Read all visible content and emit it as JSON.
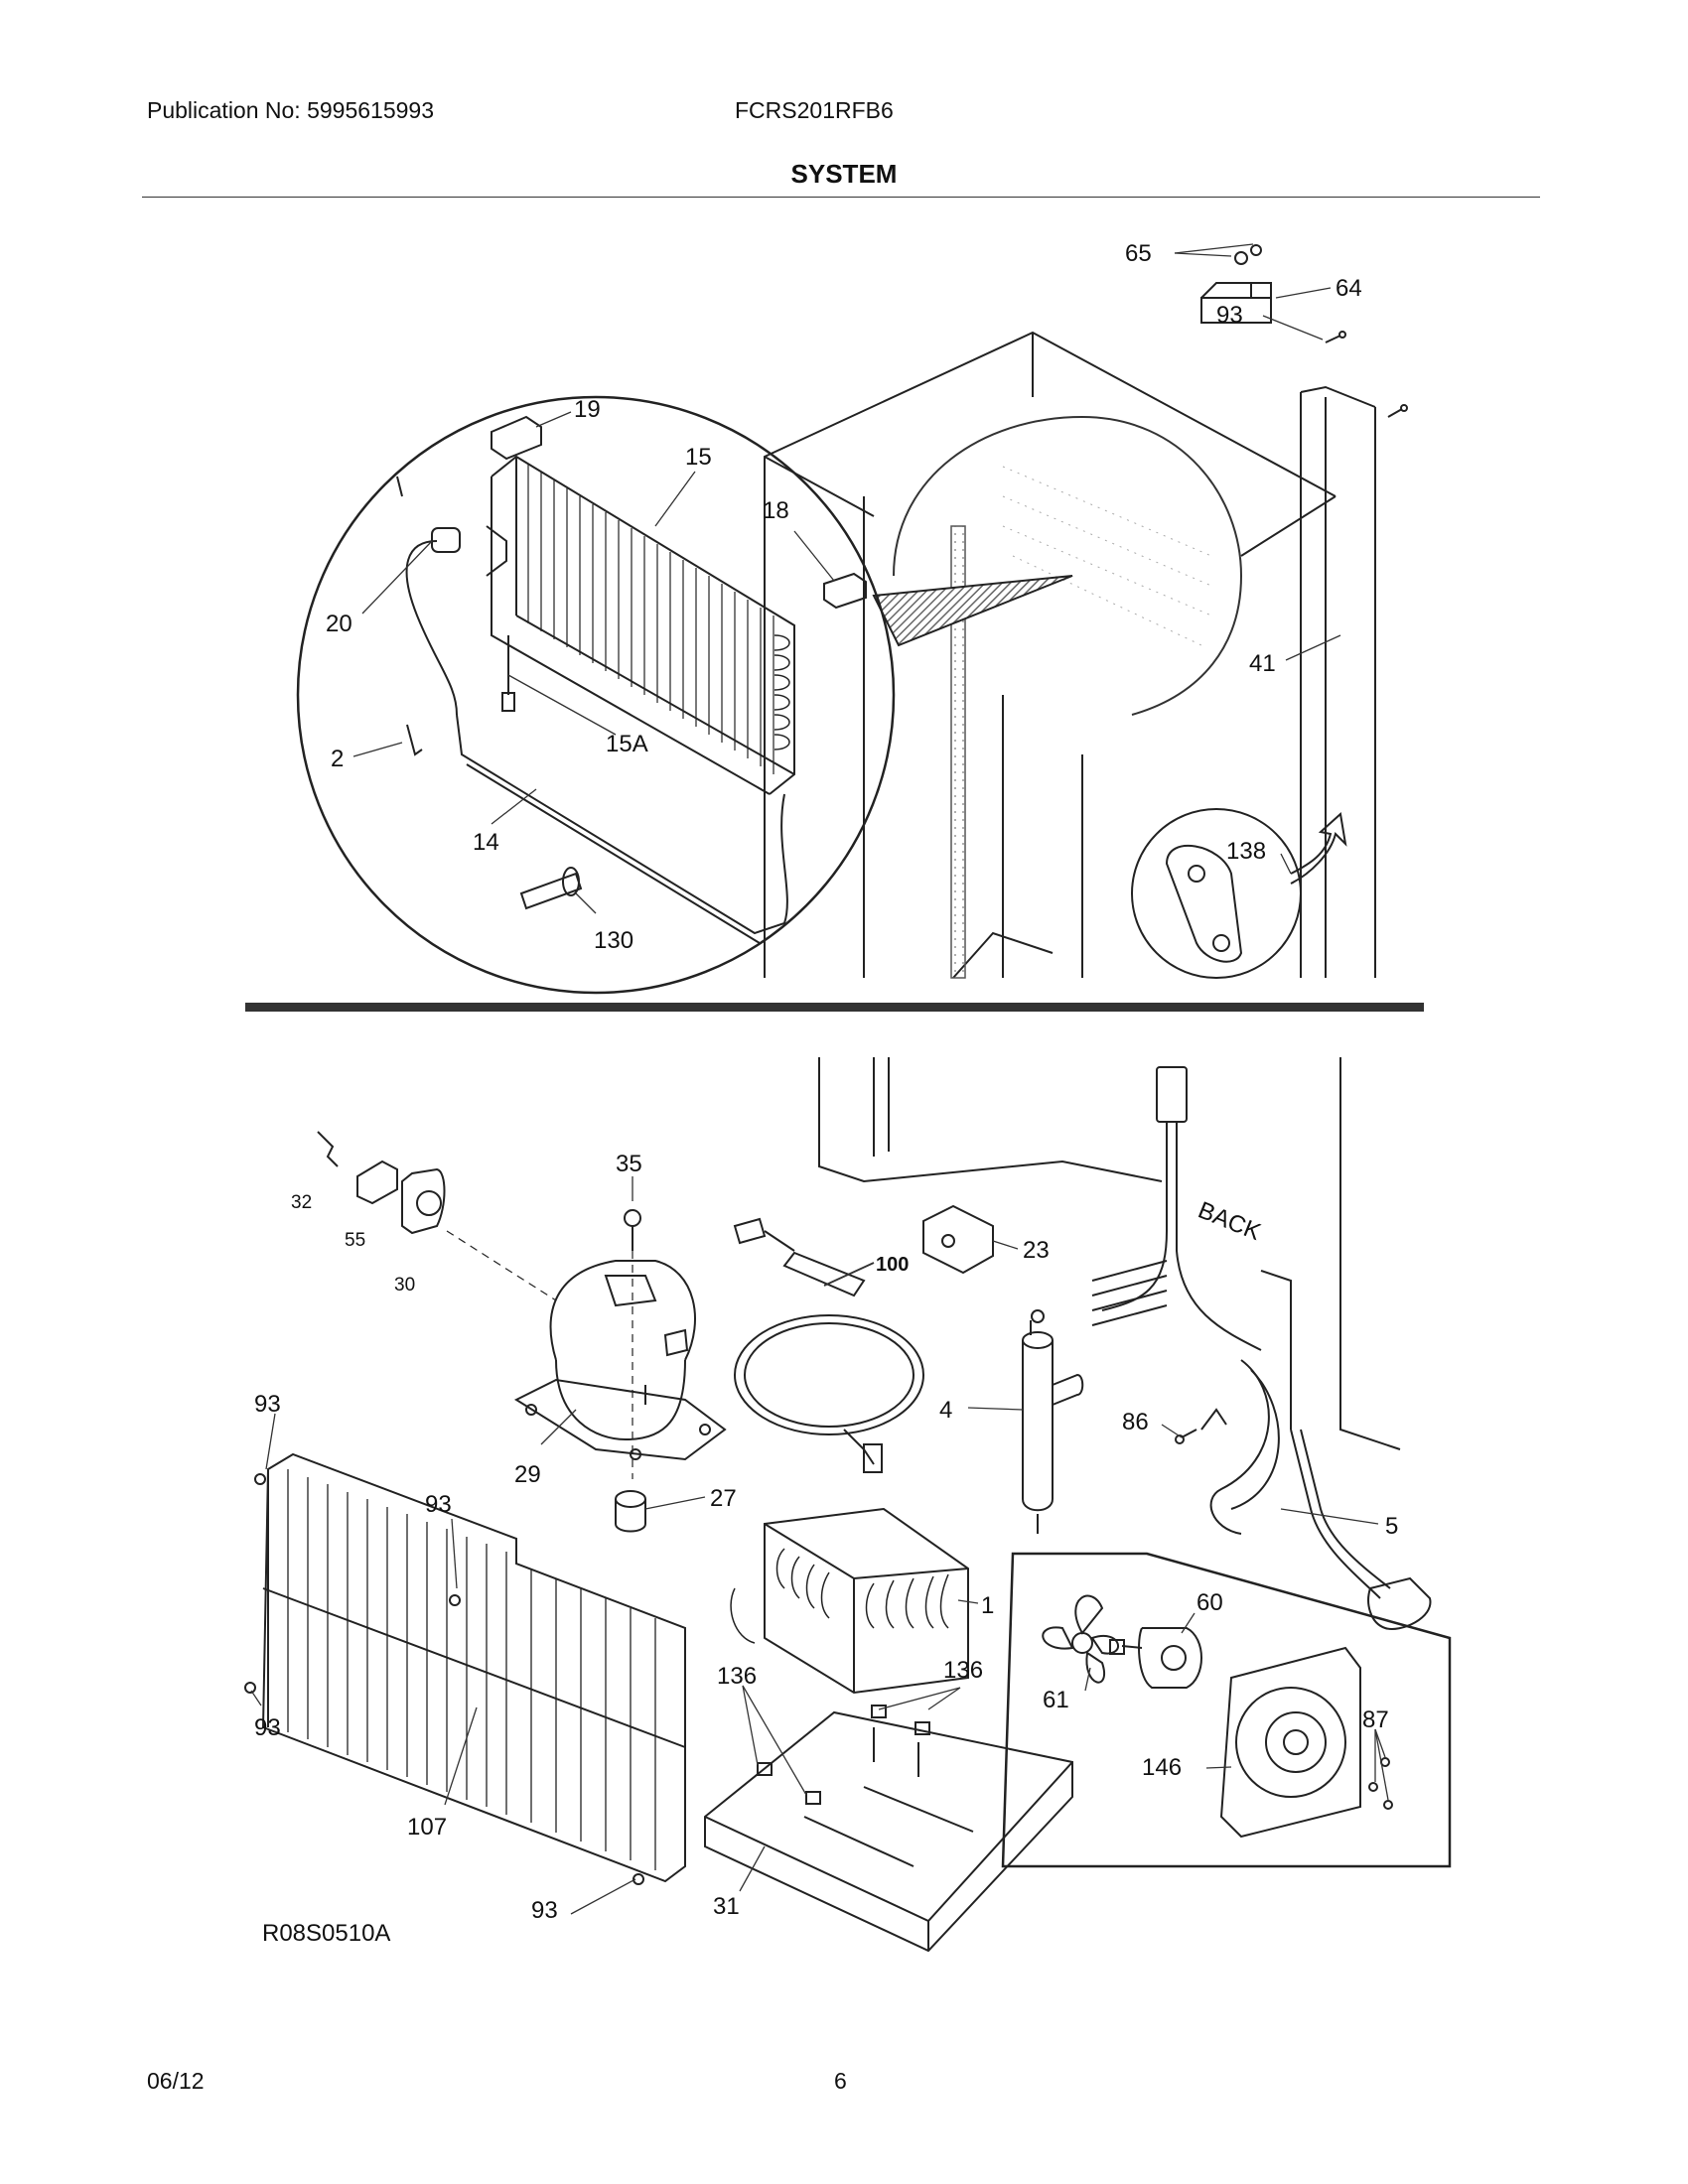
{
  "header": {
    "publication": "Publication No: 5995615993",
    "model": "FCRS201RFB6",
    "section_title": "SYSTEM"
  },
  "diagram_code": "R08S0510A",
  "back_text": "BACK",
  "callouts": {
    "c65": "65",
    "c64": "64",
    "c93a": "93",
    "c19": "19",
    "c15": "15",
    "c18": "18",
    "c20": "20",
    "c15a": "15A",
    "c41": "41",
    "c2": "2",
    "c14": "14",
    "c138": "138",
    "c130": "130",
    "c35": "35",
    "c32": "32",
    "c55": "55",
    "c30": "30",
    "c100": "100",
    "c23": "23",
    "c93b": "93",
    "c93c": "93",
    "c29": "29",
    "c27": "27",
    "c4": "4",
    "c86": "86",
    "c5": "5",
    "c1": "1",
    "c60": "60",
    "c136a": "136",
    "c136b": "136",
    "c61": "61",
    "c87": "87",
    "c146": "146",
    "c93d": "93",
    "c107": "107",
    "c31": "31",
    "c93e": "93"
  },
  "footer": {
    "date": "06/12",
    "page": "6"
  }
}
